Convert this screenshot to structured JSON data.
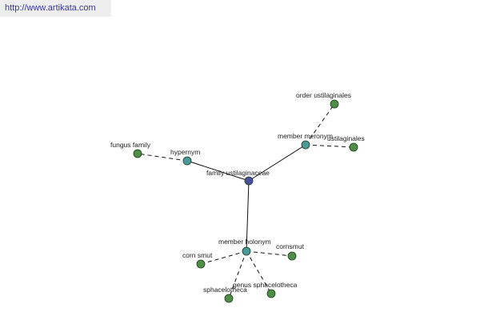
{
  "watermark": {
    "text": "http://www.artikata.com"
  },
  "colors": {
    "center_node": "#4a4e9e",
    "relation_node": "#4a9a9a",
    "leaf_node": "#4e8e45",
    "edge": "#111111"
  },
  "graph": {
    "nodes": [
      {
        "id": "center",
        "label": "family ustilaginaceae",
        "kind": "center"
      },
      {
        "id": "hypernym",
        "label": "hypernym",
        "kind": "relation"
      },
      {
        "id": "meronym",
        "label": "member meronym",
        "kind": "relation"
      },
      {
        "id": "holonym",
        "label": "member holonym",
        "kind": "relation"
      },
      {
        "id": "fungus_family",
        "label": "fungus family",
        "kind": "leaf"
      },
      {
        "id": "order_ustilaginales",
        "label": "order ustilaginales",
        "kind": "leaf"
      },
      {
        "id": "ustilaginales",
        "label": "ustilaginales",
        "kind": "leaf"
      },
      {
        "id": "corn_smut",
        "label": "corn smut",
        "kind": "leaf"
      },
      {
        "id": "cornsmut",
        "label": "cornsmut",
        "kind": "leaf"
      },
      {
        "id": "sphacelotheca",
        "label": "sphacelotheca",
        "kind": "leaf"
      },
      {
        "id": "genus_sphacelotheca",
        "label": "genus sphacelotheca",
        "kind": "leaf"
      }
    ],
    "edges": [
      {
        "from": "center",
        "to": "hypernym",
        "style": "solid"
      },
      {
        "from": "center",
        "to": "meronym",
        "style": "solid"
      },
      {
        "from": "center",
        "to": "holonym",
        "style": "solid"
      },
      {
        "from": "hypernym",
        "to": "fungus_family",
        "style": "dashed"
      },
      {
        "from": "meronym",
        "to": "order_ustilaginales",
        "style": "dashed"
      },
      {
        "from": "meronym",
        "to": "ustilaginales",
        "style": "dashed"
      },
      {
        "from": "holonym",
        "to": "corn_smut",
        "style": "dashed"
      },
      {
        "from": "holonym",
        "to": "cornsmut",
        "style": "dashed"
      },
      {
        "from": "holonym",
        "to": "sphacelotheca",
        "style": "dashed"
      },
      {
        "from": "holonym",
        "to": "genus_sphacelotheca",
        "style": "dashed"
      }
    ]
  }
}
